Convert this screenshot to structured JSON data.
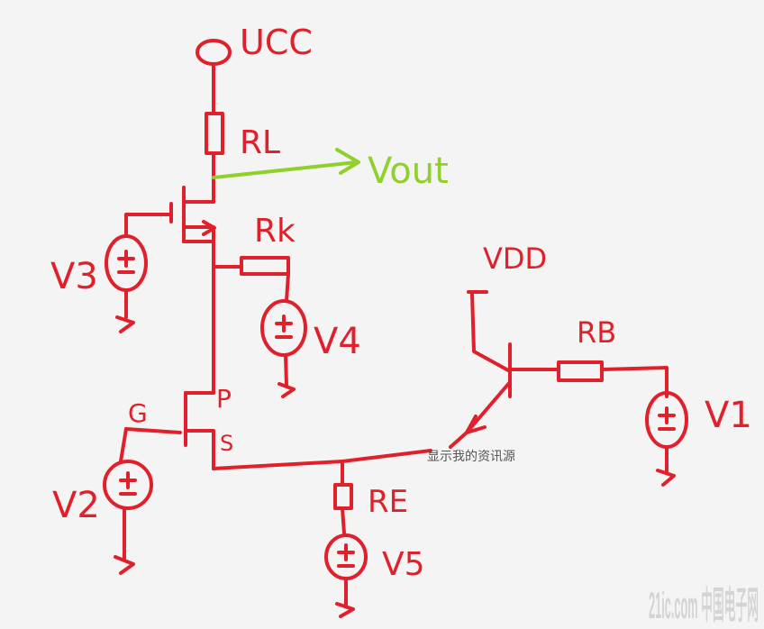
{
  "labels": {
    "ucc": "UCC",
    "rl": "RL",
    "vout": "Vout",
    "rk": "Rk",
    "v3": "V3",
    "v4": "V4",
    "vdd": "VDD",
    "rb": "RB",
    "v1": "V1",
    "g": "G",
    "p": "P",
    "s": "S",
    "v2": "V2",
    "re": "RE",
    "v5": "V5"
  },
  "watermark": {
    "caption": "显示我的资讯源",
    "logo": "21ic.com 中国电子网"
  },
  "colors": {
    "ink": "#e0202a",
    "vout": "#8fd02a",
    "background": "#f4f4f4"
  }
}
